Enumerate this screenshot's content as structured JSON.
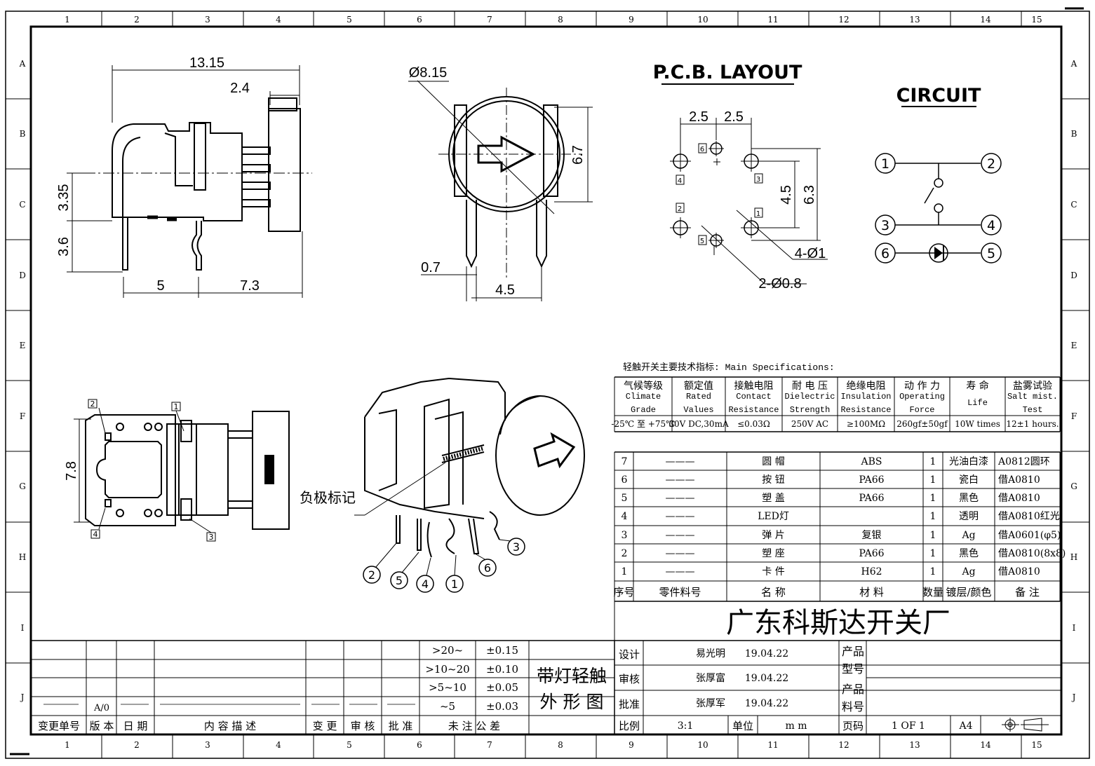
{
  "grid": {
    "columns": [
      "1",
      "2",
      "3",
      "4",
      "5",
      "6",
      "7",
      "8",
      "9",
      "10",
      "11",
      "12",
      "13",
      "14",
      "15"
    ],
    "rows": [
      "A",
      "B",
      "C",
      "D",
      "E",
      "F",
      "G",
      "H",
      "I",
      "J"
    ]
  },
  "side_view": {
    "dims": [
      "13.15",
      "2.4",
      "3.35",
      "3.6",
      "5",
      "7.3"
    ]
  },
  "front_view": {
    "dims": [
      "Ø8.15",
      "6.7",
      "0.7",
      "4.5"
    ]
  },
  "pcb_layout": {
    "title": "P.C.B. LAYOUT",
    "dims": [
      "2.5",
      "2.5",
      "4.5",
      "6.3",
      "4-Ø1",
      "2-Ø0.8"
    ],
    "pins": [
      "6",
      "4",
      "3",
      "2",
      "1",
      "5"
    ]
  },
  "circuit": {
    "title": "CIRCUIT",
    "pins": [
      "1",
      "2",
      "3",
      "4",
      "6",
      "5"
    ]
  },
  "bottom_view": {
    "dim": "7.8",
    "pins": [
      "2",
      "1",
      "4",
      "3"
    ]
  },
  "iso_view": {
    "polarity_label": "负极标记",
    "pins": [
      "2",
      "5",
      "4",
      "1",
      "6",
      "3"
    ]
  },
  "specs": {
    "heading": "轻触开关主要技术指标:    Main Specifications:",
    "columns": [
      {
        "cn": "气候等级",
        "en1": "Climate",
        "en2": "Grade",
        "value": "-25℃ 至 +75℃"
      },
      {
        "cn": "额定值",
        "en1": "Rated",
        "en2": "Values",
        "value": "30V DC,30mA"
      },
      {
        "cn": "接触电阻",
        "en1": "Contact",
        "en2": "Resistance",
        "value": "≤0.03Ω"
      },
      {
        "cn": "耐 电 压",
        "en1": "Dielectric",
        "en2": "Strength",
        "value": "250V AC"
      },
      {
        "cn": "绝缘电阻",
        "en1": "Insulation",
        "en2": "Resistance",
        "value": "≥100MΩ"
      },
      {
        "cn": "动 作 力",
        "en1": "Operating",
        "en2": "Force",
        "value": "260gf±50gf"
      },
      {
        "cn": "寿   命",
        "en1": "Life",
        "en2": "",
        "value": "10W times"
      },
      {
        "cn": "盐雾试验",
        "en1": "Salt mist.",
        "en2": "Test",
        "value": "12±1 hours."
      }
    ]
  },
  "bom": {
    "rows": [
      {
        "no": "7",
        "part": "———",
        "name": "圆  帽",
        "material": "ABS",
        "qty": "1",
        "finish": "光油白漆",
        "note": "A0812圆环"
      },
      {
        "no": "6",
        "part": "———",
        "name": "按  钮",
        "material": "PA66",
        "qty": "1",
        "finish": "瓷白",
        "note": "借A0810"
      },
      {
        "no": "5",
        "part": "———",
        "name": "塑  盖",
        "material": "PA66",
        "qty": "1",
        "finish": "黑色",
        "note": "借A0810"
      },
      {
        "no": "4",
        "part": "———",
        "name": "LED灯",
        "material": "",
        "qty": "1",
        "finish": "透明",
        "note": "借A0810红光"
      },
      {
        "no": "3",
        "part": "———",
        "name": "弹  片",
        "material": "复银",
        "qty": "1",
        "finish": "Ag",
        "note": "借A0601(φ5)"
      },
      {
        "no": "2",
        "part": "———",
        "name": "塑  座",
        "material": "PA66",
        "qty": "1",
        "finish": "黑色",
        "note": "借A0810(8x8)"
      },
      {
        "no": "1",
        "part": "———",
        "name": "卡  件",
        "material": "H62",
        "qty": "1",
        "finish": "Ag",
        "note": "借A0810"
      }
    ],
    "header": {
      "no": "序号",
      "part": "零件料号",
      "name": "名  称",
      "material": "材  料",
      "qty": "数量",
      "finish": "镀层/颜色",
      "note": "备  注"
    }
  },
  "company": "广东科斯达开关厂",
  "tolerance": {
    "rows": [
      {
        "range": ">20~",
        "tol": "±0.15"
      },
      {
        "range": ">10~20",
        "tol": "±0.10"
      },
      {
        "range": ">5~10",
        "tol": "±0.05"
      },
      {
        "range": "~5",
        "tol": "±0.03"
      }
    ],
    "label": "未 注 公 差"
  },
  "revision": {
    "version_value": "A/0",
    "headers": [
      "变更单号",
      "版 本",
      "日 期",
      "内 容 描 述",
      "变 更",
      "审 核",
      "批 准"
    ]
  },
  "title_block": {
    "drawing_title_line1": "带灯轻触",
    "drawing_title_line2": "外 形 图",
    "design_label": "设计",
    "design_name": "易光明",
    "design_date": "19.04.22",
    "check_label": "审核",
    "check_name": "张厚富",
    "check_date": "19.04.22",
    "approve_label": "批准",
    "approve_name": "张厚军",
    "approve_date": "19.04.22",
    "model_label_1": "产品",
    "model_label_2": "型号",
    "partno_label_1": "产品",
    "partno_label_2": "料号",
    "scale_label": "比例",
    "scale_value": "3:1",
    "unit_label": "单位",
    "unit_value": "m m",
    "page_label": "页码",
    "page_value": "1 OF 1",
    "size_value": "A4"
  }
}
